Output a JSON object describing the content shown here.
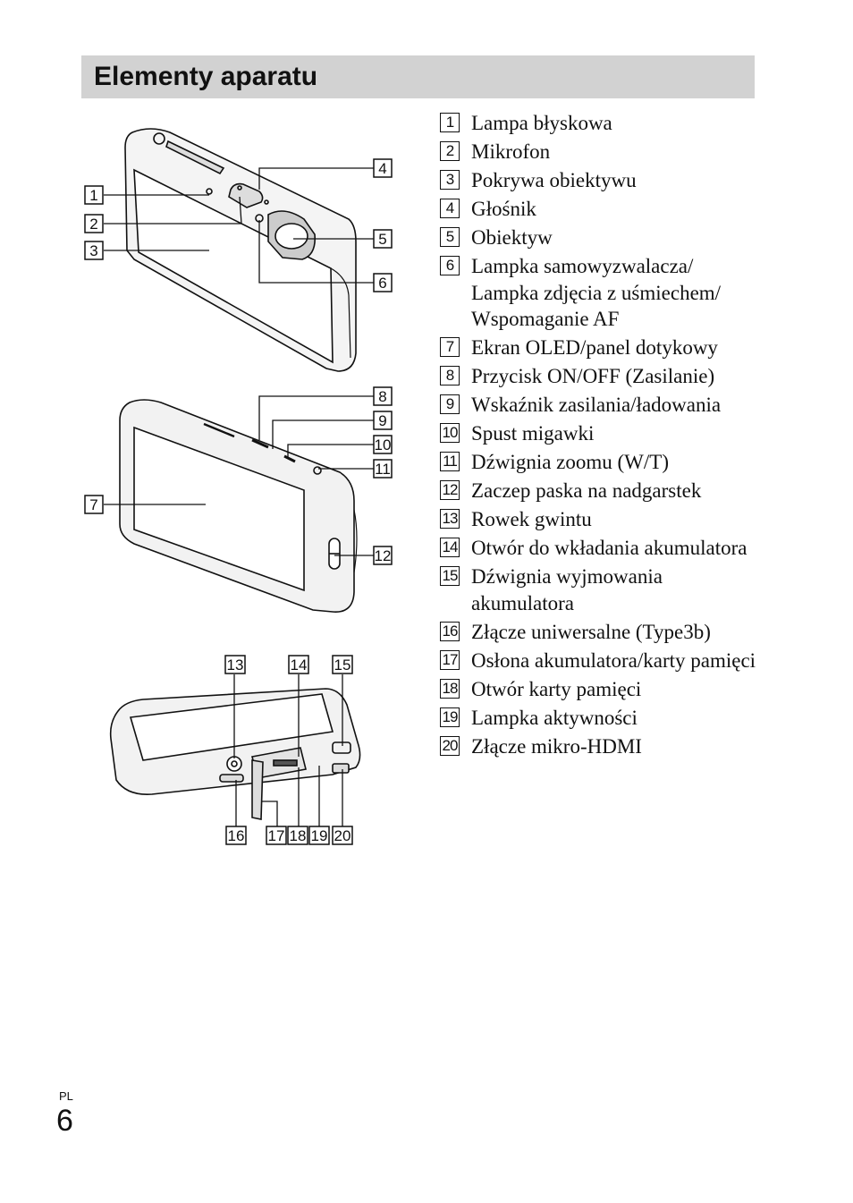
{
  "page": {
    "title": "Elementy aparatu",
    "language": "PL",
    "number": "6"
  },
  "parts": [
    {
      "num": "1",
      "label": "Lampa błyskowa"
    },
    {
      "num": "2",
      "label": "Mikrofon"
    },
    {
      "num": "3",
      "label": "Pokrywa obiektywu"
    },
    {
      "num": "4",
      "label": "Głośnik"
    },
    {
      "num": "5",
      "label": "Obiektyw"
    },
    {
      "num": "6",
      "label": "Lampka samowyzwalacza/ Lampka zdjęcia z uśmiechem/ Wspomaganie AF"
    },
    {
      "num": "7",
      "label": "Ekran OLED/panel dotykowy"
    },
    {
      "num": "8",
      "label": "Przycisk ON/OFF (Zasilanie)"
    },
    {
      "num": "9",
      "label": "Wskaźnik zasilania/ładowania"
    },
    {
      "num": "10",
      "label": "Spust migawki"
    },
    {
      "num": "11",
      "label": "Dźwignia zoomu (W/T)"
    },
    {
      "num": "12",
      "label": "Zaczep paska na nadgarstek"
    },
    {
      "num": "13",
      "label": "Rowek gwintu"
    },
    {
      "num": "14",
      "label": "Otwór do wkładania akumulatora"
    },
    {
      "num": "15",
      "label": "Dźwignia wyjmowania akumulatora"
    },
    {
      "num": "16",
      "label": "Złącze uniwersalne (Type3b)"
    },
    {
      "num": "17",
      "label": "Osłona akumulatora/karty pamięci"
    },
    {
      "num": "18",
      "label": "Otwór karty pamięci"
    },
    {
      "num": "19",
      "label": "Lampka aktywności"
    },
    {
      "num": "20",
      "label": "Złącze mikro-HDMI"
    }
  ]
}
